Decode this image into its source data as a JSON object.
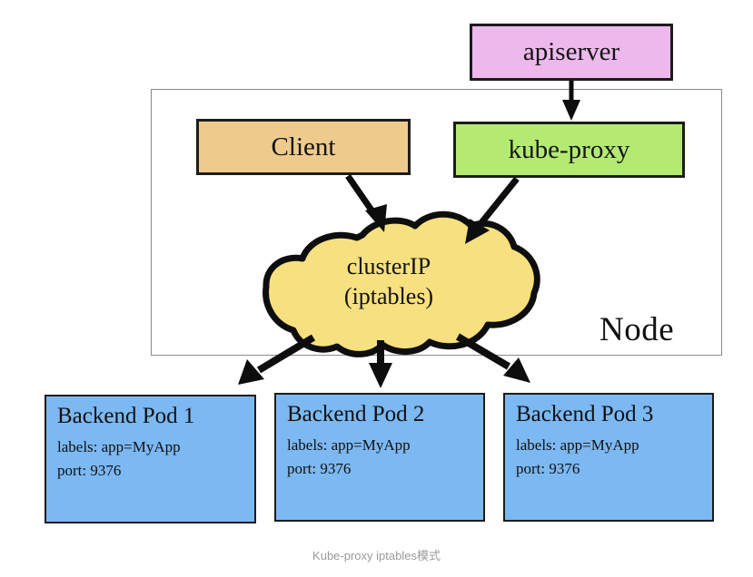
{
  "diagram": {
    "caption": "Kube-proxy iptables模式",
    "node_container": {
      "label": "Node"
    },
    "boxes": {
      "apiserver": {
        "label": "apiserver",
        "color": "#edb9ec"
      },
      "client": {
        "label": "Client",
        "color": "#eecb8d"
      },
      "kube_proxy": {
        "label": "kube-proxy",
        "color": "#b4ea72"
      }
    },
    "cloud": {
      "line1": "clusterIP",
      "line2": "(iptables)",
      "color": "#f7e07f"
    },
    "pods": [
      {
        "title": "Backend Pod 1",
        "labels_line": "labels: app=MyApp",
        "port_line": "port: 9376",
        "color": "#7cb8f2"
      },
      {
        "title": "Backend Pod 2",
        "labels_line": "labels: app=MyApp",
        "port_line": "port: 9376",
        "color": "#7cb8f2"
      },
      {
        "title": "Backend Pod 3",
        "labels_line": "labels: app=MyApp",
        "port_line": "port: 9376",
        "color": "#7cb8f2"
      }
    ],
    "connections": [
      {
        "name": "apiserver-to-kube-proxy",
        "from": "apiserver",
        "to": "kube-proxy"
      },
      {
        "name": "client-to-clusterip",
        "from": "Client",
        "to": "clusterIP"
      },
      {
        "name": "kube-proxy-to-clusterip",
        "from": "kube-proxy",
        "to": "clusterIP"
      },
      {
        "name": "clusterip-to-pod-1",
        "from": "clusterIP",
        "to": "Backend Pod 1"
      },
      {
        "name": "clusterip-to-pod-2",
        "from": "clusterIP",
        "to": "Backend Pod 2"
      },
      {
        "name": "clusterip-to-pod-3",
        "from": "clusterIP",
        "to": "Backend Pod 3"
      }
    ]
  }
}
